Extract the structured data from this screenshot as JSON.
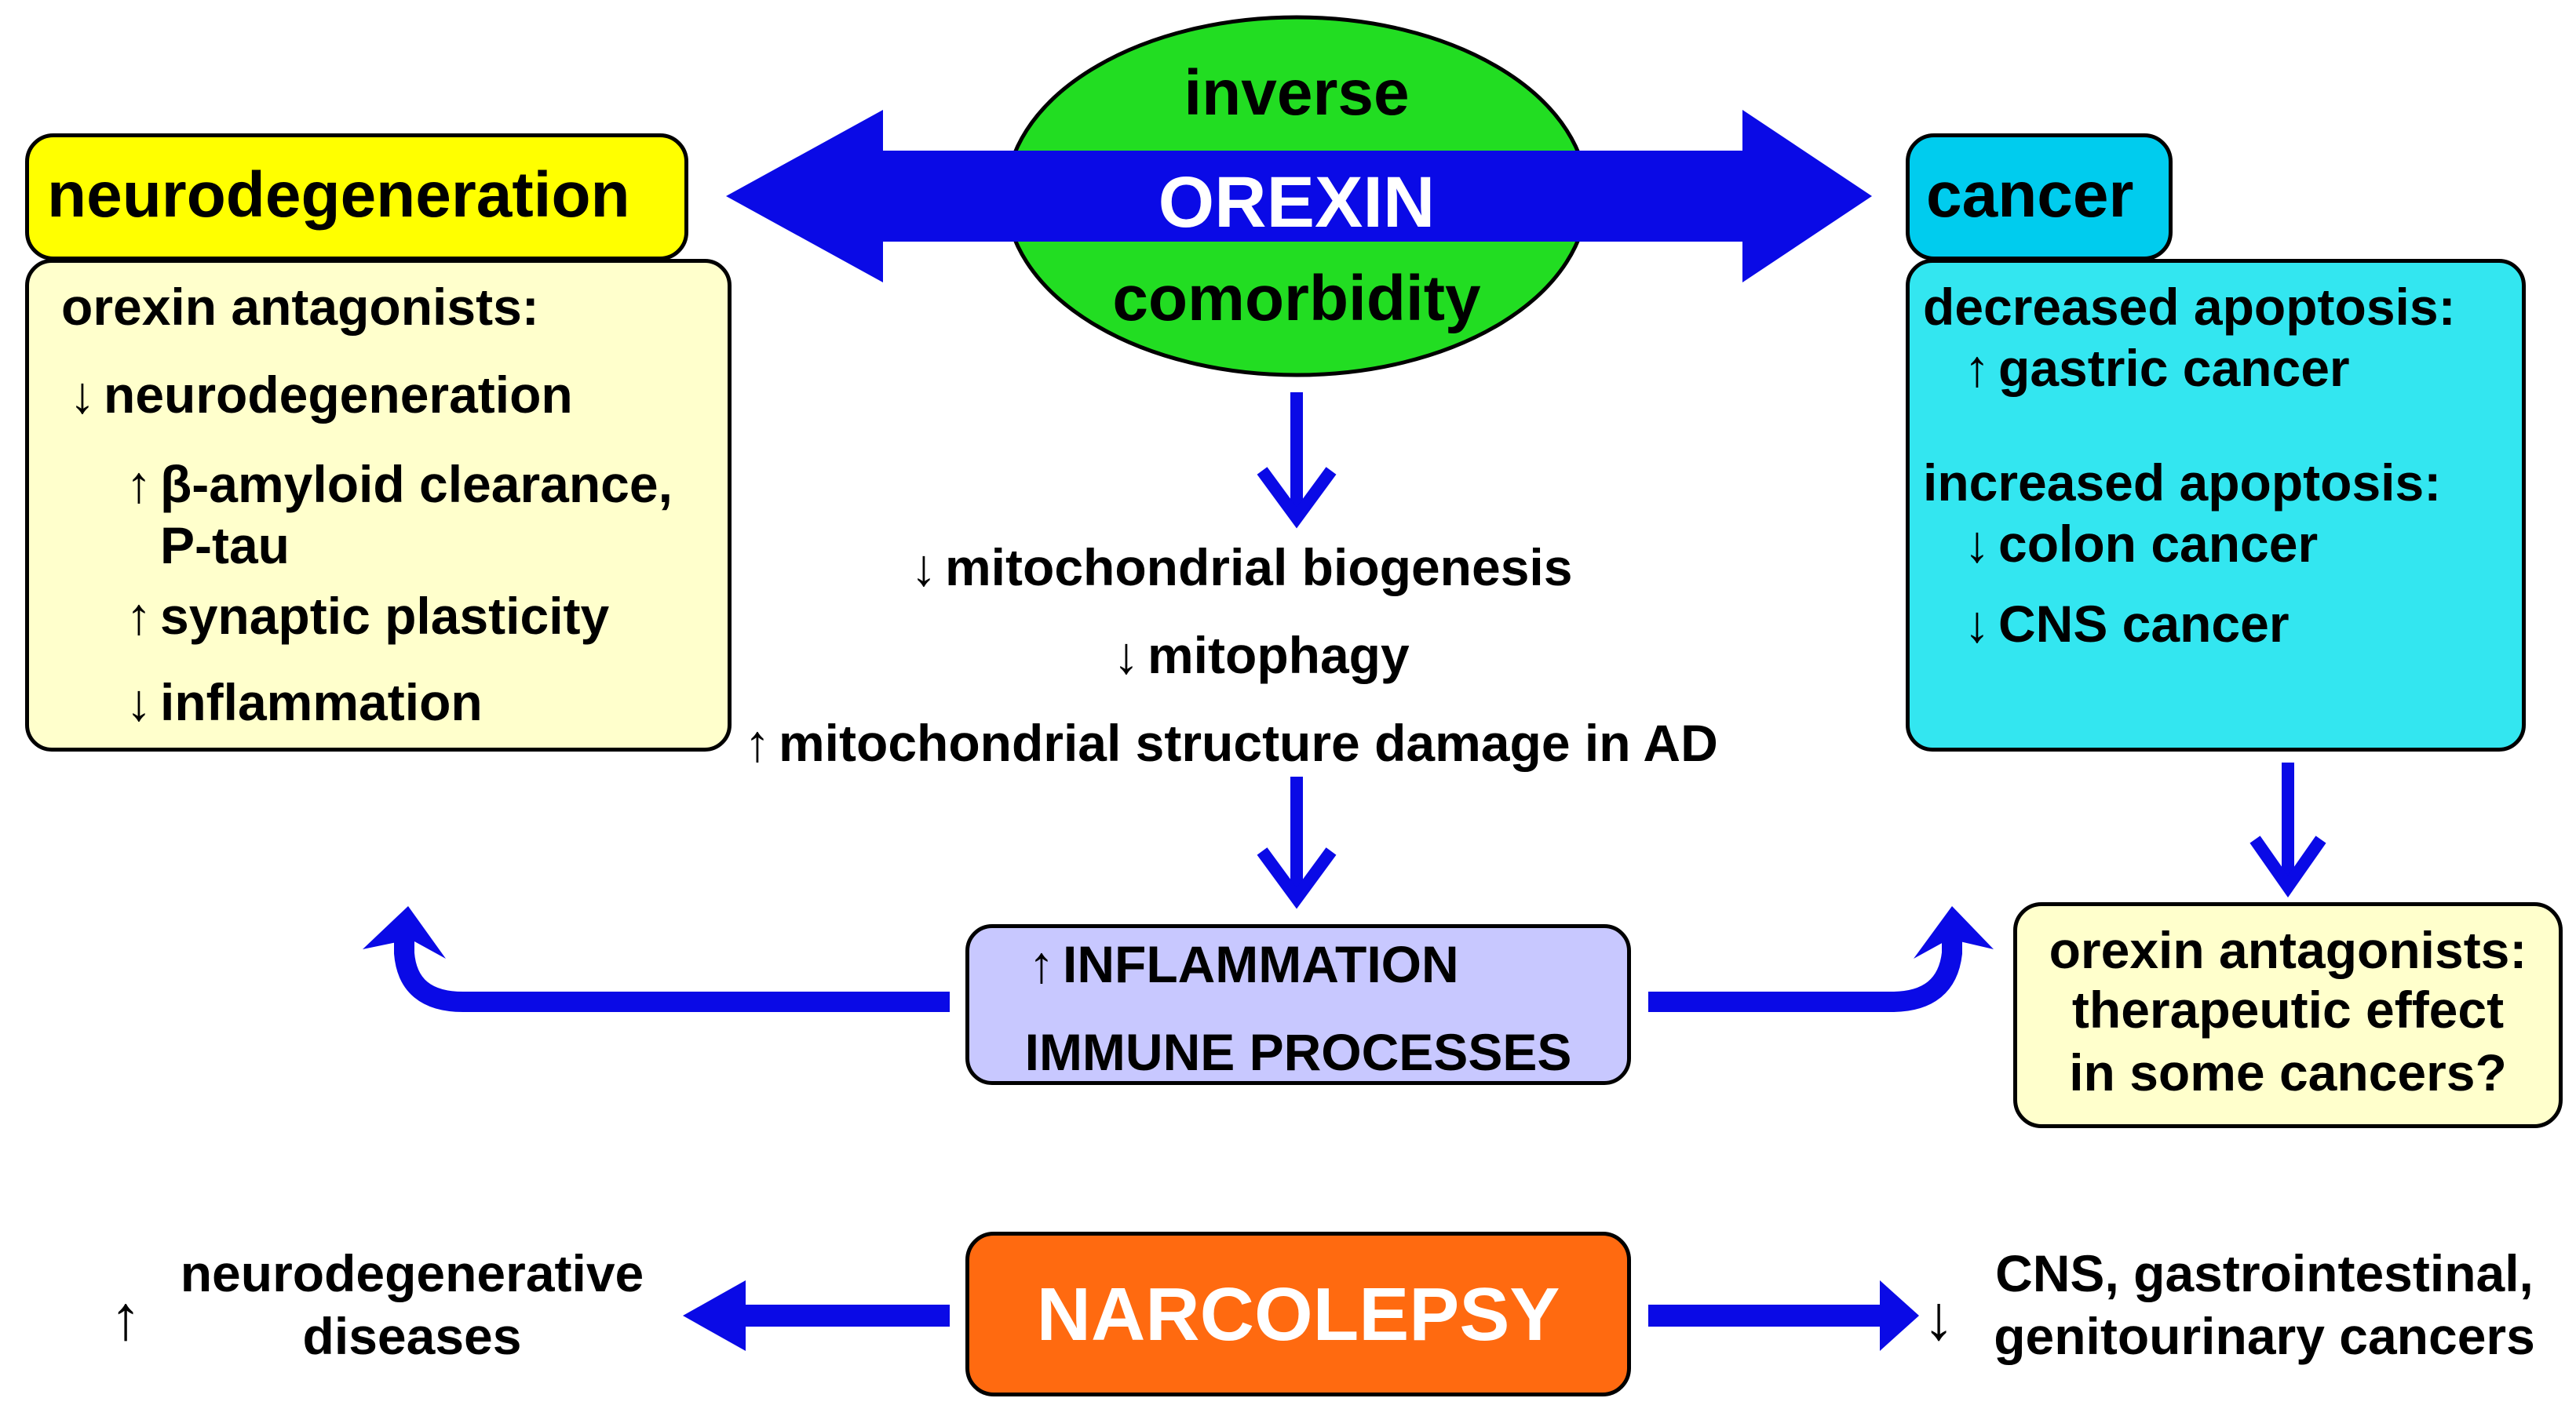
{
  "center": {
    "top_label": "inverse",
    "main_label": "OREXIN",
    "bottom_label": "comorbidity"
  },
  "neuro": {
    "title": "neurodegeneration",
    "header": "orexin antagonists:",
    "lines": [
      {
        "arrow": "↓",
        "text": "neurodegeneration"
      },
      {
        "arrow": "↑",
        "text": "β-amyloid clearance,"
      },
      {
        "arrow": "",
        "text": "P-tau"
      },
      {
        "arrow": "↑",
        "text": "synaptic plasticity"
      },
      {
        "arrow": "↓",
        "text": "inflammation"
      }
    ]
  },
  "cancer": {
    "title": "cancer",
    "header1": "decreased apoptosis:",
    "item1": {
      "arrow": "↑",
      "text": "gastric cancer"
    },
    "header2": "increased apoptosis:",
    "item2": {
      "arrow": "↓",
      "text": "colon cancer"
    },
    "item3": {
      "arrow": "↓",
      "text": "CNS cancer"
    }
  },
  "mito": {
    "line1": {
      "arrow": "↓",
      "text": "mitochondrial biogenesis"
    },
    "line2": {
      "arrow": "↓",
      "text": "mitophagy"
    },
    "line3": {
      "arrow": "↑",
      "text": "mitochondrial structure damage in AD"
    }
  },
  "inflammation": {
    "line1_arrow": "↑",
    "line1": "INFLAMMATION",
    "line2": "IMMUNE PROCESSES"
  },
  "therapeutic": {
    "lines": [
      "orexin antagonists:",
      "therapeutic effect",
      "in some cancers?"
    ]
  },
  "narcolepsy": {
    "label": "NARCOLEPSY",
    "left_arrow": "↑",
    "left_lines": [
      "neurodegenerative",
      "diseases"
    ],
    "right_arrow": "↓",
    "right_lines": [
      "CNS, gastrointestinal,",
      "genitourinary cancers"
    ]
  },
  "colors": {
    "arrow_blue": "#0a0ae6",
    "ellipse_green": "#22dd22",
    "neuro_title_yellow": "#ffff00",
    "neuro_body": "#ffffcc",
    "cancer_cyan": "#00ccee",
    "cancer_body": "#33e6f0",
    "inflammation_lavender": "#c8c8ff",
    "narcolepsy_orange": "#ff6a10"
  }
}
